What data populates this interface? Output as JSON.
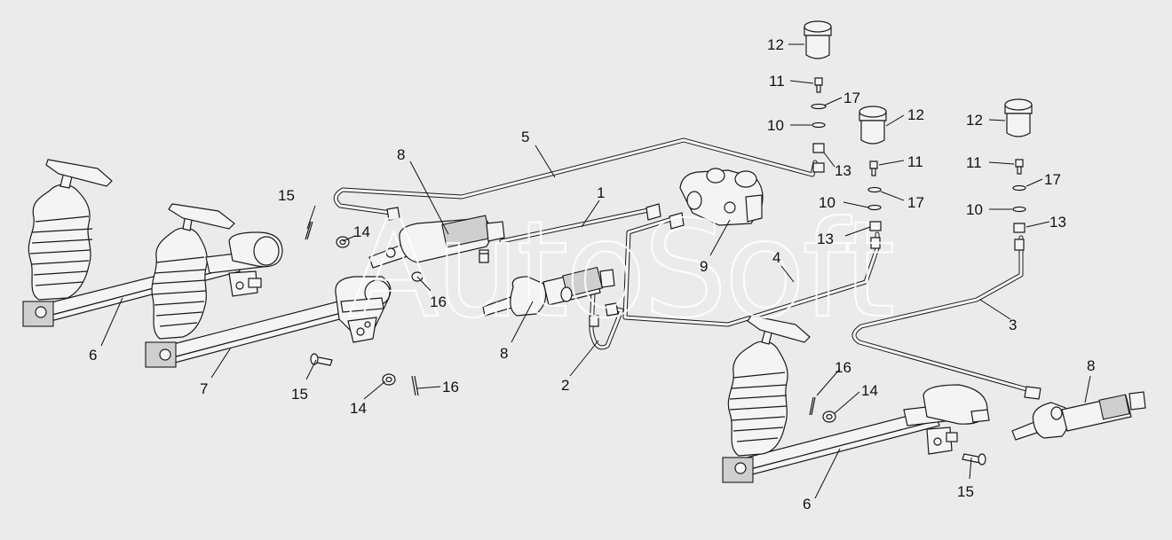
{
  "watermark": "AutoSoft",
  "callouts": {
    "c1": "1",
    "c2": "2",
    "c3": "3",
    "c4": "4",
    "c5": "5",
    "c6a": "6",
    "c6b": "6",
    "c7": "7",
    "c8a": "8",
    "c8b": "8",
    "c8c": "8",
    "c9": "9",
    "c10a": "10",
    "c10b": "10",
    "c10c": "10",
    "c11a": "11",
    "c11b": "11",
    "c11c": "11",
    "c12a": "12",
    "c12b": "12",
    "c12c": "12",
    "c13a": "13",
    "c13b": "13",
    "c13c": "13",
    "c14a": "14",
    "c14b": "14",
    "c14c": "14",
    "c15a": "15",
    "c15b": "15",
    "c15c": "15",
    "c16a": "16",
    "c16b": "16",
    "c16c": "16",
    "c17a": "17",
    "c17b": "17",
    "c17c": "17"
  }
}
